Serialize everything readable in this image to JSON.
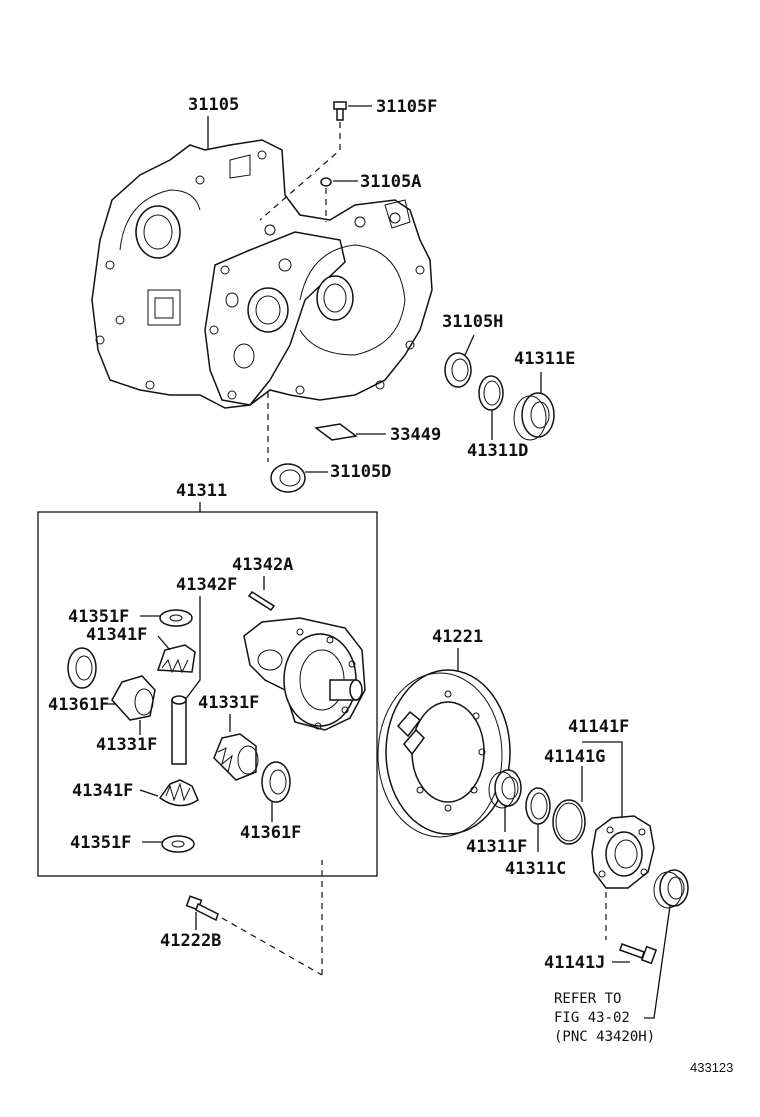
{
  "diagram": {
    "labels": {
      "p31105": "31105",
      "p31105F": "31105F",
      "p31105A": "31105A",
      "p31105H": "31105H",
      "p41311E": "41311E",
      "p33449": "33449",
      "p41311D": "41311D",
      "p31105D": "31105D",
      "p41311": "41311",
      "p41342A": "41342A",
      "p41342F": "41342F",
      "p41351F_top": "41351F",
      "p41341F_top": "41341F",
      "p41361F_left": "41361F",
      "p41331F_right": "41331F",
      "p41331F_left": "41331F",
      "p41341F_bottom": "41341F",
      "p41361F_bottom": "41361F",
      "p41351F_bottom": "41351F",
      "p41221": "41221",
      "p41141F": "41141F",
      "p41141G": "41141G",
      "p41311F": "41311F",
      "p41311C": "41311C",
      "p41222B": "41222B",
      "p41141J": "41141J"
    },
    "reference_note": {
      "line1": "REFER TO",
      "line2": "FIG 43-02",
      "line3": "(PNC 43420H)"
    },
    "figure_number": "433123"
  }
}
